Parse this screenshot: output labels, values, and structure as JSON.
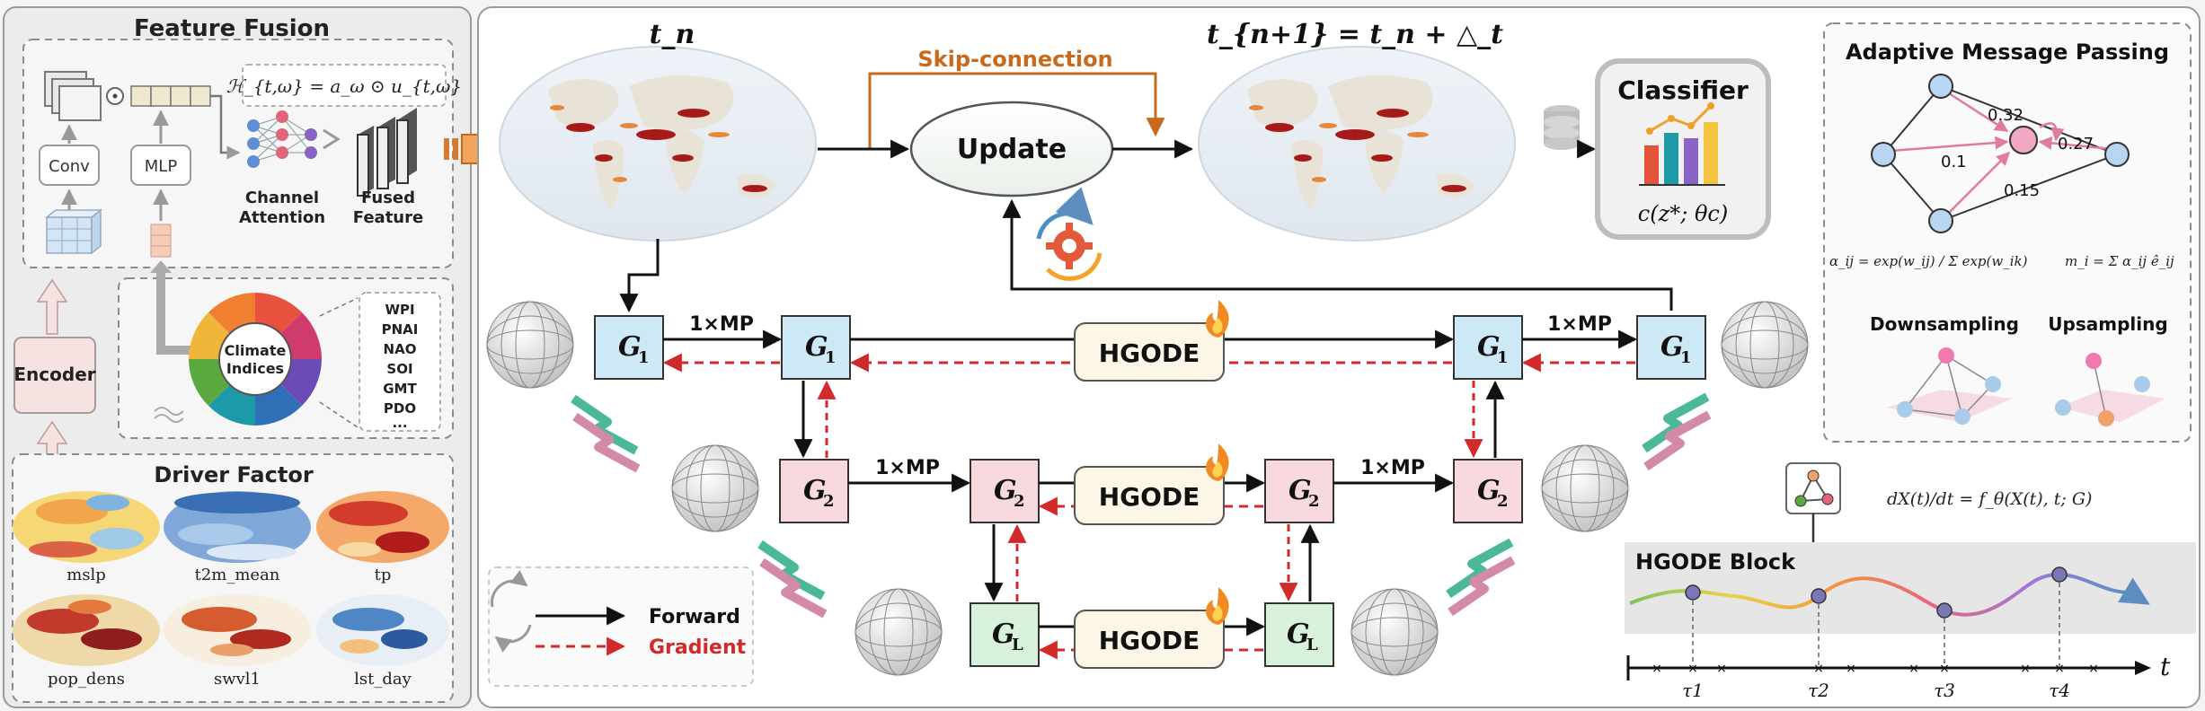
{
  "left_panel": {
    "feature_fusion_title": "Feature Fusion",
    "formula": "ℋ_{t,ω} = a_ω ⊙ u_{t,ω}",
    "conv_label": "Conv",
    "mlp_label": "MLP",
    "channel_attention": [
      "Channel",
      "Attention"
    ],
    "fused_feature": [
      "Fused",
      "Feature"
    ],
    "encoder_label": "Encoder",
    "climate_indices": [
      "Climate",
      "Indices"
    ],
    "indices_list": [
      "WPI",
      "PNAI",
      "NAO",
      "SOI",
      "GMT",
      "PDO",
      "..."
    ],
    "driver_factor_title": "Driver Factor",
    "maps": [
      "mslp",
      "t2m_mean",
      "tp",
      "pop_dens",
      "swvl1",
      "lst_day"
    ]
  },
  "top_row": {
    "tn_label": "t_n",
    "tn1_label": "t_{n+1} = t_n + △_t",
    "skip_label": "Skip-connection",
    "update_label": "Update",
    "classifier_title": "Classifier",
    "classifier_formula": "c(z*; θc)"
  },
  "graph": {
    "mp_label": "1×MP",
    "hgode_label": "HGODE",
    "g1": "G",
    "g1_sub": "1",
    "g2_sub": "2",
    "gl_sub": "L"
  },
  "legend": {
    "forward": "Forward",
    "gradient": "Gradient"
  },
  "right_panel": {
    "amp_title": "Adaptive Message Passing",
    "edge_weights": [
      "0.32",
      "0.27",
      "0.1",
      "0.15"
    ],
    "alpha_formula": "α_ij = exp(w_ij) / Σ exp(w_ik)",
    "m_formula": "m_i = Σ α_ij ê_ij",
    "downsampling": "Downsampling",
    "upsampling": "Upsampling",
    "ode_formula": "dX(t)/dt = f_θ(X(t), t; G)",
    "hgode_block": "HGODE Block",
    "tau_labels": [
      "τ1",
      "τ2",
      "τ3",
      "τ4"
    ],
    "t_axis": "t"
  },
  "colors": {
    "g1_fill": "#cde9f5",
    "g2_fill": "#f7d9de",
    "gl_fill": "#d8f1da",
    "gradient_red": "#d02a2a",
    "skip_orange": "#c8691b"
  }
}
